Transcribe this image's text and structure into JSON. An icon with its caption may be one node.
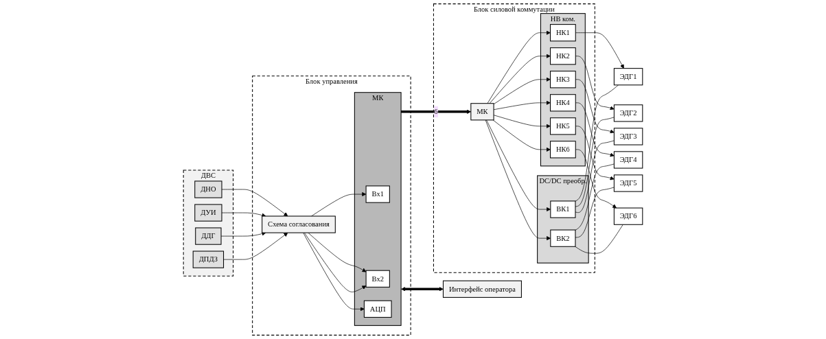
{
  "diagram": {
    "nodes": [
      {
        "text": [
          "ДВС"
        ]
      },
      {
        "text": [
          "ДНО"
        ],
        "in": 0
      },
      {
        "text": [
          "ДУИ"
        ],
        "in": 0
      },
      {
        "text": [
          "ДДГ"
        ],
        "in": 0
      },
      {
        "text": [
          "ДПДЗ"
        ],
        "in": 0
      },
      {
        "text": [
          "Блок управления"
        ]
      },
      {
        "text": [
          "Схема согласования"
        ],
        "in": 5
      },
      {
        "text": [
          "МК"
        ],
        "in": 5
      },
      {
        "text": [
          "Вх1"
        ],
        "in": 7
      },
      {
        "text": [
          "Вх2"
        ],
        "in": 7
      },
      {
        "text": [
          "АЦП"
        ],
        "in": 7
      },
      {
        "text": [
          "Интерфейс оператора"
        ]
      },
      {
        "text": [
          "Блок силовой коммутации"
        ]
      },
      {
        "text": [
          "МК"
        ],
        "in": 12
      },
      {
        "text": [
          "DC/DC преобр."
        ],
        "in": 12
      },
      {
        "text": [
          "ВК1"
        ],
        "in": 14
      },
      {
        "text": [
          "ВК2"
        ],
        "in": 14
      },
      {
        "text": [
          "НВ ком."
        ],
        "in": 12
      },
      {
        "text": [
          "НК1"
        ],
        "in": 17
      },
      {
        "text": [
          "НК2"
        ],
        "in": 17
      },
      {
        "text": [
          "НК3"
        ],
        "in": 17
      },
      {
        "text": [
          "НК4"
        ],
        "in": 17
      },
      {
        "text": [
          "НК5"
        ],
        "in": 17
      },
      {
        "text": [
          "НК6"
        ],
        "in": 17
      },
      {
        "text": [
          "ЭДГ1"
        ]
      },
      {
        "text": [
          "ЭДГ2"
        ]
      },
      {
        "text": [
          "ЭДГ3"
        ]
      },
      {
        "text": [
          "ЭДГ4"
        ]
      },
      {
        "text": [
          "ЭДГ5"
        ]
      },
      {
        "text": [
          "ЭДГ6"
        ]
      }
    ],
    "edges": [
      {
        "from": 1,
        "to": 6,
        "arrow": "to"
      },
      {
        "from": 2,
        "to": 6,
        "arrow": "to"
      },
      {
        "from": 3,
        "to": 6,
        "arrow": "to"
      },
      {
        "from": 4,
        "to": 6,
        "arrow": "to"
      },
      {
        "from": 6,
        "to": 8,
        "arrow": "to"
      },
      {
        "from": 6,
        "to": 9,
        "arrow": "to"
      },
      {
        "from": 6,
        "to": 9,
        "arrow": "to"
      },
      {
        "from": 6,
        "to": 10,
        "arrow": "to"
      },
      {
        "from": 7,
        "to": 13,
        "arrow": "to",
        "label": "6",
        "style": "thick"
      },
      {
        "from": 7,
        "to": 11,
        "arrow": "both",
        "style": "thick"
      },
      {
        "from": 13,
        "to": 15,
        "arrow": "to"
      },
      {
        "from": 13,
        "to": 16,
        "arrow": "to"
      },
      {
        "from": 13,
        "to": 18,
        "arrow": "to"
      },
      {
        "from": 13,
        "to": 19,
        "arrow": "to"
      },
      {
        "from": 13,
        "to": 20,
        "arrow": "to"
      },
      {
        "from": 13,
        "to": 21,
        "arrow": "to"
      },
      {
        "from": 13,
        "to": 22,
        "arrow": "to"
      },
      {
        "from": 13,
        "to": 23,
        "arrow": "to"
      },
      {
        "from": 18,
        "to": 24,
        "arrow": "to"
      },
      {
        "from": 19,
        "to": 25,
        "arrow": "to"
      },
      {
        "from": 20,
        "to": 26,
        "arrow": "to"
      },
      {
        "from": 21,
        "to": 27,
        "arrow": "to"
      },
      {
        "from": 22,
        "to": 28,
        "arrow": "to"
      },
      {
        "from": 23,
        "to": 29,
        "arrow": "to"
      },
      {
        "from": 15,
        "to": 24,
        "arrow": "none"
      },
      {
        "from": 15,
        "to": 25,
        "arrow": "none"
      },
      {
        "from": 15,
        "to": 26,
        "arrow": "none"
      },
      {
        "from": 16,
        "to": 27,
        "arrow": "none"
      },
      {
        "from": 16,
        "to": 28,
        "arrow": "none"
      },
      {
        "from": 16,
        "to": 29,
        "arrow": "none"
      }
    ]
  }
}
